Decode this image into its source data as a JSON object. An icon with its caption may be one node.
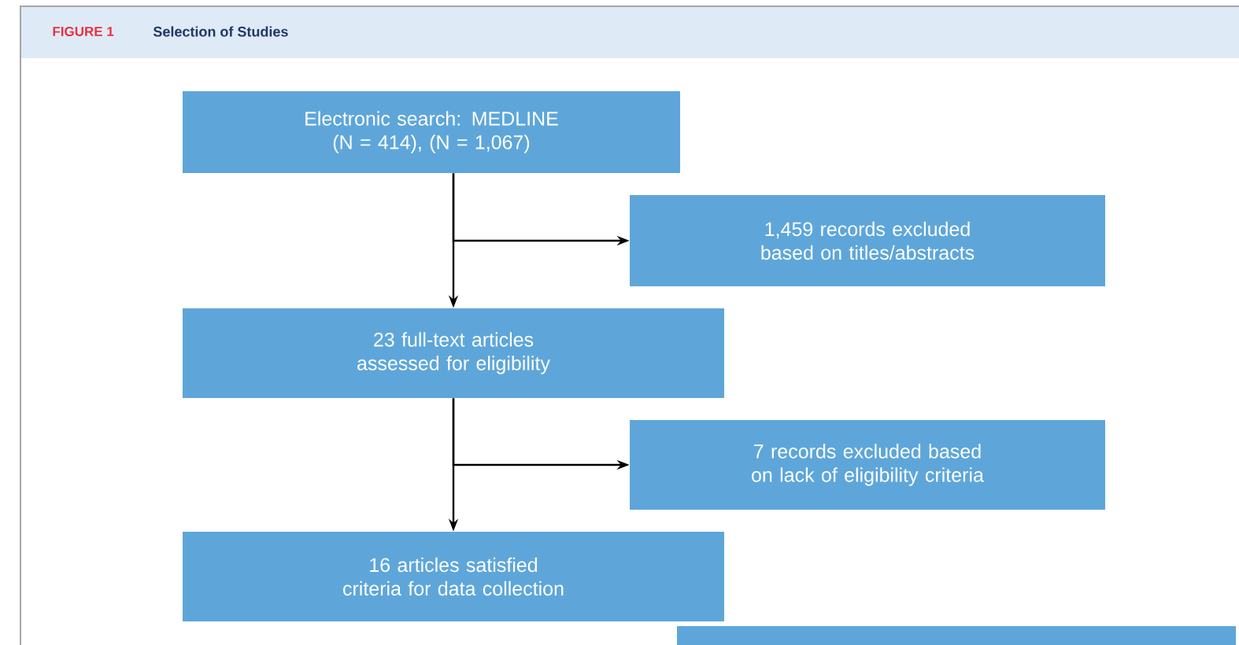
{
  "diagram": {
    "title": "Selection of Studies",
    "nodes": [
      {
        "text": [
          "Electronic search: MEDLINE (N = 414), (N = 1,067)"
        ]
      },
      {
        "text": [
          "1,459 records excluded based on titles/abstracts"
        ]
      },
      {
        "text": [
          "23 full-text articles assessed for eligibility"
        ]
      },
      {
        "text": [
          "7 records excluded based on lack of eligibility criteria"
        ]
      },
      {
        "text": [
          "16 articles satisfied criteria for data collection"
        ]
      },
      {
        "text": [],
        "shape": "box"
      }
    ],
    "edges": [
      {
        "from": 0,
        "to": 1,
        "arrow": "to"
      },
      {
        "from": 0,
        "to": 2,
        "arrow": "to"
      },
      {
        "from": 2,
        "to": 3,
        "arrow": "to"
      },
      {
        "from": 2,
        "to": 4,
        "arrow": "to"
      }
    ],
    "labels": [
      "FIGURE 1"
    ]
  }
}
